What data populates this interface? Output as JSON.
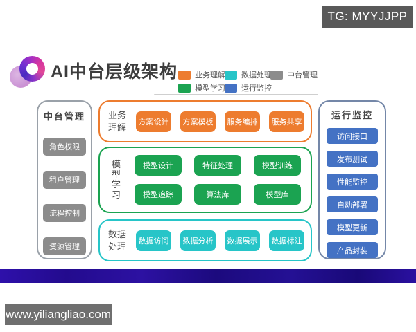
{
  "badges": {
    "tg": "TG: MYYJJPP",
    "site": "www.yiliangliao.com"
  },
  "header": {
    "title": "AI中台层级架构",
    "logo_icon": "purple-ring-logo"
  },
  "legend": {
    "items": [
      {
        "label": "业务理解",
        "color": "#ED7C2F"
      },
      {
        "label": "数据处理",
        "color": "#27C5C8"
      },
      {
        "label": "中台管理",
        "color": "#8C8C8C"
      },
      {
        "label": "模型学习",
        "color": "#1BA351"
      },
      {
        "label": "运行监控",
        "color": "#4472C4"
      }
    ]
  },
  "panels": {
    "platform": {
      "title": "中台管理",
      "items": [
        "角色权限",
        "租户管理",
        "流程控制",
        "资源管理"
      ]
    },
    "business": {
      "label": "业务理解",
      "items": [
        "方案设计",
        "方案模板",
        "服务编排",
        "服务共享"
      ]
    },
    "model": {
      "label": "模型学习",
      "items": [
        "模型设计",
        "特征处理",
        "模型训练",
        "模型追踪",
        "算法库",
        "模型库"
      ]
    },
    "data": {
      "label": "数据处理",
      "items": [
        "数据访问",
        "数据分析",
        "数据展示",
        "数据标注"
      ]
    },
    "monitor": {
      "title": "运行监控",
      "items": [
        "访问接口",
        "发布测试",
        "性能监控",
        "自动部署",
        "模型更新",
        "产品封装"
      ]
    }
  },
  "colors": {
    "orange": "#ED7C2F",
    "cyan": "#27C5C8",
    "green": "#1BA351",
    "blue": "#4472C4",
    "gray": "#8C8C8C",
    "left-border": "#9AA1A9",
    "right-border": "#7487A8",
    "badge-bg": "#595959",
    "site-badge-bg": "#6F6F6F"
  }
}
